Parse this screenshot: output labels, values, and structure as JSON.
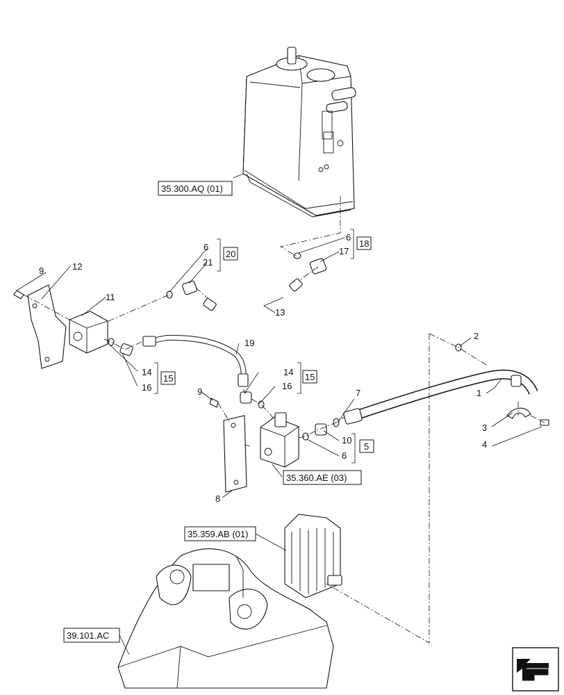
{
  "references": {
    "tank": "35.300.AQ (01)",
    "valve_block": "35.360.AE (03)",
    "control_valve": "35.359.AB (01)",
    "frame": "39.101.AC"
  },
  "callouts": {
    "c1": "1",
    "c2": "2",
    "c3": "3",
    "c4": "4",
    "c5": "5",
    "c6a": "6",
    "c6b": "6",
    "c6c": "6",
    "c7": "7",
    "c8": "8",
    "c9a": "9",
    "c9b": "9",
    "c10": "10",
    "c11": "11",
    "c12": "12",
    "c13": "13",
    "c14a": "14",
    "c14b": "14",
    "c15a": "15",
    "c15b": "15",
    "c16a": "16",
    "c16b": "16",
    "c17": "17",
    "c18": "18",
    "c19": "19",
    "c20": "20",
    "c21": "21"
  },
  "icons": {
    "nav": "next-page-arrow-icon"
  }
}
